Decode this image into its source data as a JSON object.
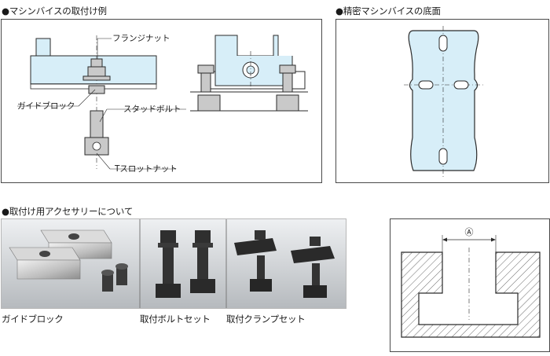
{
  "sections": {
    "mounting": {
      "heading": "●マシンバイスの取付け例",
      "labels": {
        "flange_nut": "フランジナット",
        "guide_block": "ガイドブロック",
        "stud_bolt": "スタッドボルト",
        "t_slot_nut": "Tスロットナット"
      }
    },
    "bottom": {
      "heading": "●精密マシンバイスの底面"
    },
    "accessories": {
      "heading": "●取付け用アクセサリーについて",
      "items": [
        {
          "caption": "ガイドブロック"
        },
        {
          "caption": "取付ボルトセット"
        },
        {
          "caption": "取付クランプセット"
        }
      ]
    },
    "tslot": {
      "dimension_mark": "Ⓐ"
    }
  },
  "colors": {
    "vise_blue": "#d7eef8",
    "line": "#2a2a2a",
    "part_grey": "#c9c9c9",
    "border": "#4a4a4a"
  }
}
